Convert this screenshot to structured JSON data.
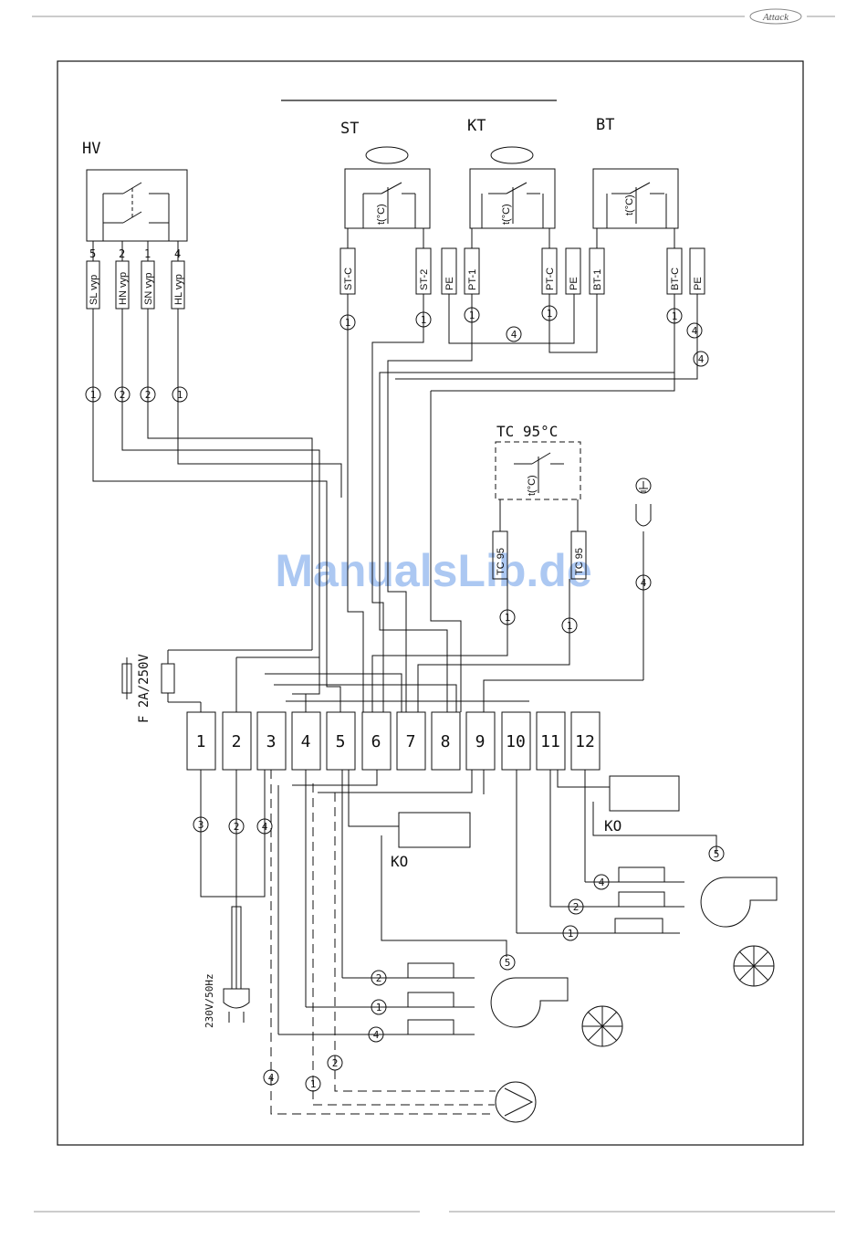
{
  "header": {
    "logo_text": "Attack"
  },
  "watermark": "ManualsLib.de",
  "components": {
    "hv": "HV",
    "st": "ST",
    "kt": "KT",
    "bt": "BT",
    "tc": "TC 95°C",
    "ko_1": "KO",
    "ko_2": "KO",
    "fuse": "F 2A/250V",
    "power": "230V/50Hz"
  },
  "thermostat_symbol": "t(°C)",
  "hv_pins": [
    {
      "num": "5",
      "label": "SL vyp"
    },
    {
      "num": "2",
      "label": "HN vyp"
    },
    {
      "num": "1",
      "label": "SN vyp"
    },
    {
      "num": "4",
      "label": "HL vyp"
    }
  ],
  "sensor_connectors": [
    "ST-C",
    "ST-2",
    "PE",
    "PT-1",
    "PT-C",
    "PE",
    "BT-1",
    "BT-C",
    "PE"
  ],
  "tc_connectors": [
    "TC 95",
    "TC 95"
  ],
  "terminals": [
    "1",
    "2",
    "3",
    "4",
    "5",
    "6",
    "7",
    "8",
    "9",
    "10",
    "11",
    "12"
  ],
  "wire_markers": {
    "hv": [
      "1",
      "2",
      "2",
      "1"
    ],
    "st": [
      "1",
      "1"
    ],
    "kt": [
      "1",
      "4",
      "1"
    ],
    "bt": [
      "1",
      "4",
      "4"
    ],
    "tc": [
      "1",
      "1"
    ],
    "earth": "4",
    "bottom": [
      "3",
      "2",
      "4"
    ],
    "fan1": "5",
    "pump_group1": [
      "2",
      "1",
      "4"
    ],
    "pump": [
      "4",
      "1",
      "2"
    ],
    "fan2": "5",
    "right_group": [
      "4",
      "2",
      "1"
    ]
  },
  "colors": {
    "line": "#111111",
    "watermark": "#3a7de0"
  }
}
